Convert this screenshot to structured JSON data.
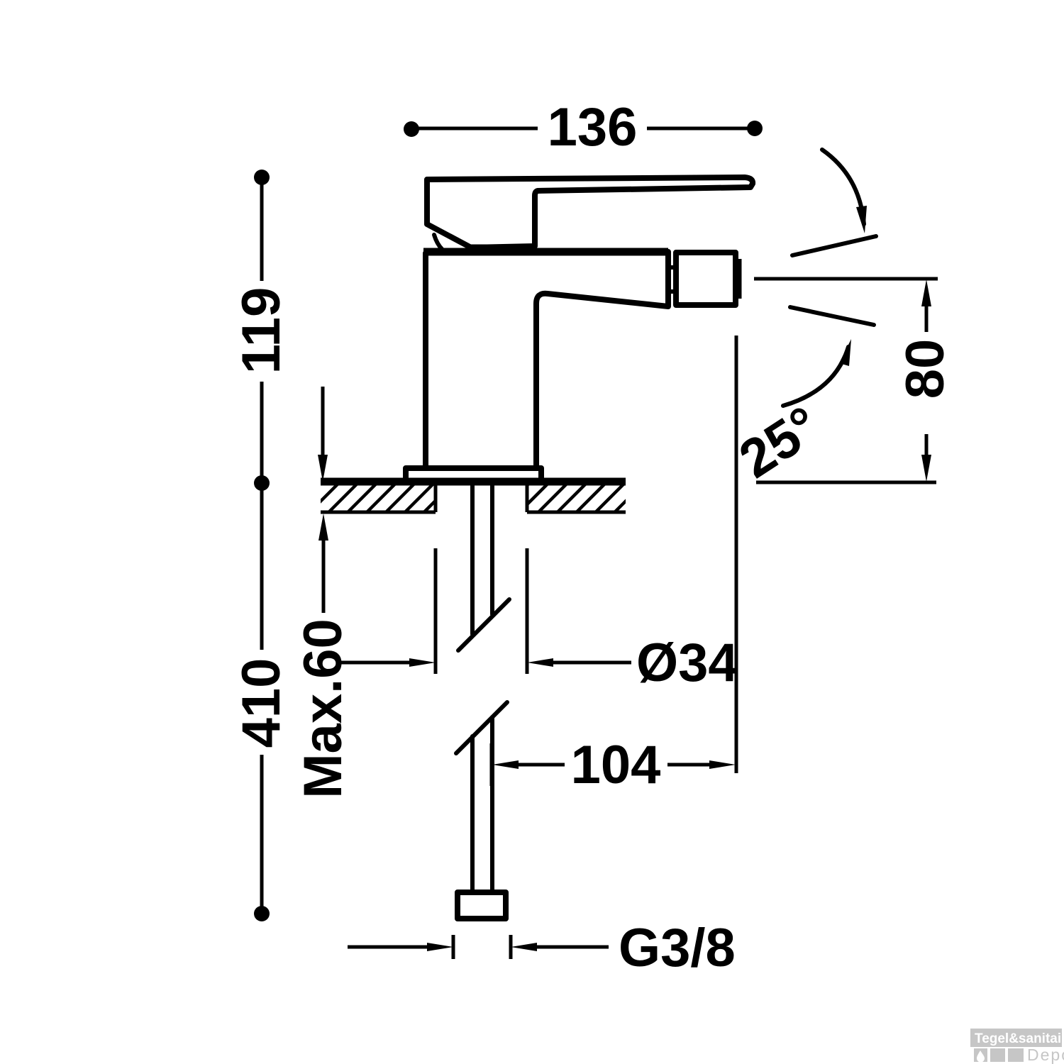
{
  "dimensions": {
    "handle_length": "136",
    "body_height": "119",
    "spout_height": "80",
    "handle_angle": "25°",
    "hose_length": "410",
    "max_deck_thickness": "Max.60",
    "hole_diameter": "Ø34",
    "spout_reach": "104",
    "thread_size": "G3/8"
  },
  "watermark": {
    "brand": "Tegel&sanitair",
    "sub": "Depot"
  },
  "colors": {
    "line": "#000000",
    "background": "#ffffff",
    "watermark_gray": "#c6c6c6",
    "watermark_text": "#ffffff"
  }
}
